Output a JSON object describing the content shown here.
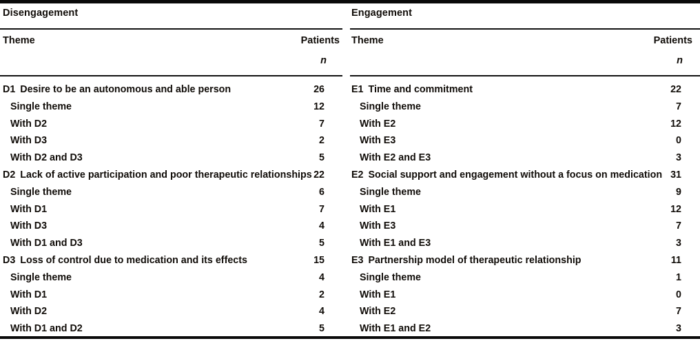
{
  "table": {
    "column_header_theme": "Theme",
    "column_header_patients": "Patients",
    "column_header_n": "n",
    "columns": [
      {
        "section": "Disengagement",
        "groups": [
          {
            "code": "D1",
            "title": "Desire to be an autonomous and able person",
            "total": "26",
            "rows": [
              {
                "label": "Single theme",
                "value": "12"
              },
              {
                "label": "With D2",
                "value": "7"
              },
              {
                "label": "With D3",
                "value": "2"
              },
              {
                "label": "With D2 and D3",
                "value": "5"
              }
            ]
          },
          {
            "code": "D2",
            "title": "Lack of active participation and poor therapeutic relationships",
            "total": "22",
            "rows": [
              {
                "label": "Single theme",
                "value": "6"
              },
              {
                "label": "With D1",
                "value": "7"
              },
              {
                "label": "With D3",
                "value": "4"
              },
              {
                "label": "With D1 and D3",
                "value": "5"
              }
            ]
          },
          {
            "code": "D3",
            "title": "Loss of control due to medication and its effects",
            "total": "15",
            "rows": [
              {
                "label": "Single theme",
                "value": "4"
              },
              {
                "label": "With D1",
                "value": "2"
              },
              {
                "label": "With D2",
                "value": "4"
              },
              {
                "label": "With D1 and D2",
                "value": "5"
              }
            ]
          }
        ]
      },
      {
        "section": "Engagement",
        "groups": [
          {
            "code": "E1",
            "title": "Time and commitment",
            "total": "22",
            "rows": [
              {
                "label": "Single theme",
                "value": "7"
              },
              {
                "label": "With E2",
                "value": "12"
              },
              {
                "label": "With E3",
                "value": "0"
              },
              {
                "label": "With E2 and E3",
                "value": "3"
              }
            ]
          },
          {
            "code": "E2",
            "title": "Social support and engagement without a focus on medication",
            "total": "31",
            "rows": [
              {
                "label": "Single theme",
                "value": "9"
              },
              {
                "label": "With E1",
                "value": "12"
              },
              {
                "label": "With E3",
                "value": "7"
              },
              {
                "label": "With E1 and E3",
                "value": "3"
              }
            ]
          },
          {
            "code": "E3",
            "title": "Partnership model of therapeutic relationship",
            "total": "11",
            "rows": [
              {
                "label": "Single theme",
                "value": "1"
              },
              {
                "label": "With E1",
                "value": "0"
              },
              {
                "label": "With E2",
                "value": "7"
              },
              {
                "label": "With E1 and E2",
                "value": "3"
              }
            ]
          }
        ]
      }
    ]
  }
}
